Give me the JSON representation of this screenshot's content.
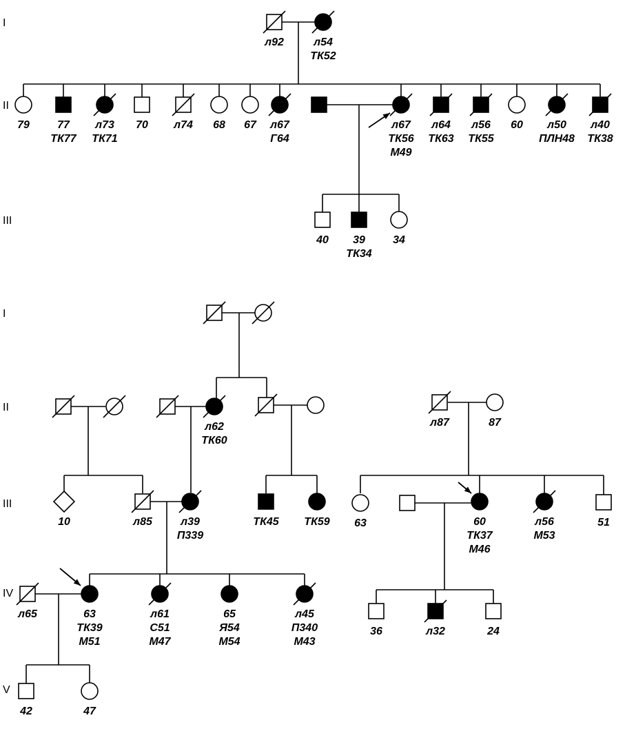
{
  "pedigree_1": {
    "generations": [
      "I",
      "II",
      "III"
    ],
    "individuals": [
      {
        "id": "p1-I-1",
        "sex": "male",
        "affected": false,
        "deceased": true,
        "labels": [
          "л92"
        ]
      },
      {
        "id": "p1-I-2",
        "sex": "female",
        "affected": true,
        "deceased": true,
        "labels": [
          "л54",
          "ТК52"
        ]
      },
      {
        "id": "p1-II-1",
        "sex": "female",
        "affected": false,
        "deceased": false,
        "labels": [
          "79"
        ]
      },
      {
        "id": "p1-II-2",
        "sex": "male",
        "affected": true,
        "deceased": false,
        "labels": [
          "77",
          "ТК77"
        ]
      },
      {
        "id": "p1-II-3",
        "sex": "female",
        "affected": true,
        "deceased": true,
        "labels": [
          "л73",
          "ТК71"
        ]
      },
      {
        "id": "p1-II-4",
        "sex": "male",
        "affected": false,
        "deceased": false,
        "labels": [
          "70"
        ]
      },
      {
        "id": "p1-II-5",
        "sex": "male",
        "affected": false,
        "deceased": true,
        "labels": [
          "л74"
        ]
      },
      {
        "id": "p1-II-6",
        "sex": "female",
        "affected": false,
        "deceased": false,
        "labels": [
          "68"
        ]
      },
      {
        "id": "p1-II-7",
        "sex": "female",
        "affected": false,
        "deceased": false,
        "labels": [
          "67"
        ]
      },
      {
        "id": "p1-II-8",
        "sex": "female",
        "affected": true,
        "deceased": true,
        "labels": [
          "л67",
          "Г64"
        ]
      },
      {
        "id": "p1-II-9",
        "sex": "male",
        "affected": true,
        "deceased": false,
        "labels": []
      },
      {
        "id": "p1-II-10",
        "sex": "female",
        "affected": true,
        "deceased": true,
        "proband": true,
        "labels": [
          "л67",
          "ТК56",
          "М49"
        ]
      },
      {
        "id": "p1-II-11",
        "sex": "male",
        "affected": true,
        "deceased": true,
        "labels": [
          "л64",
          "ТК63"
        ]
      },
      {
        "id": "p1-II-12",
        "sex": "male",
        "affected": true,
        "deceased": true,
        "labels": [
          "л56",
          "ТК55"
        ]
      },
      {
        "id": "p1-II-13",
        "sex": "female",
        "affected": false,
        "deceased": false,
        "labels": [
          "60"
        ]
      },
      {
        "id": "p1-II-14",
        "sex": "female",
        "affected": true,
        "deceased": true,
        "labels": [
          "л50",
          "ПЛН48"
        ]
      },
      {
        "id": "p1-II-15",
        "sex": "male",
        "affected": true,
        "deceased": true,
        "labels": [
          "л40",
          "ТК38"
        ]
      },
      {
        "id": "p1-III-1",
        "sex": "male",
        "affected": false,
        "deceased": false,
        "labels": [
          "40"
        ]
      },
      {
        "id": "p1-III-2",
        "sex": "male",
        "affected": true,
        "deceased": false,
        "labels": [
          "39",
          "ТК34"
        ]
      },
      {
        "id": "p1-III-3",
        "sex": "female",
        "affected": false,
        "deceased": false,
        "labels": [
          "34"
        ]
      }
    ]
  },
  "pedigree_2": {
    "generations": [
      "I",
      "II",
      "III",
      "IV",
      "V"
    ],
    "individuals": [
      {
        "id": "p2-I-1",
        "sex": "male",
        "affected": false,
        "deceased": true,
        "labels": []
      },
      {
        "id": "p2-I-2",
        "sex": "female",
        "affected": false,
        "deceased": true,
        "labels": []
      },
      {
        "id": "p2-II-1",
        "sex": "male",
        "affected": false,
        "deceased": true,
        "labels": []
      },
      {
        "id": "p2-II-2",
        "sex": "female",
        "affected": false,
        "deceased": true,
        "labels": []
      },
      {
        "id": "p2-II-3",
        "sex": "male",
        "affected": false,
        "deceased": true,
        "labels": []
      },
      {
        "id": "p2-II-4",
        "sex": "female",
        "affected": true,
        "deceased": true,
        "labels": [
          "л62",
          "ТК60"
        ]
      },
      {
        "id": "p2-II-5",
        "sex": "male",
        "affected": false,
        "deceased": true,
        "labels": []
      },
      {
        "id": "p2-II-6",
        "sex": "female",
        "affected": false,
        "deceased": false,
        "labels": []
      },
      {
        "id": "p2-II-7",
        "sex": "male",
        "affected": false,
        "deceased": true,
        "labels": [
          "л87"
        ]
      },
      {
        "id": "p2-II-8",
        "sex": "female",
        "affected": false,
        "deceased": false,
        "labels": [
          "87"
        ]
      },
      {
        "id": "p2-III-1",
        "sex": "unknown",
        "affected": false,
        "deceased": false,
        "labels": [
          "10"
        ]
      },
      {
        "id": "p2-III-2",
        "sex": "male",
        "affected": false,
        "deceased": true,
        "labels": [
          "л85"
        ]
      },
      {
        "id": "p2-III-3",
        "sex": "female",
        "affected": true,
        "deceased": true,
        "labels": [
          "л39",
          "П339"
        ]
      },
      {
        "id": "p2-III-4",
        "sex": "male",
        "affected": true,
        "deceased": false,
        "labels": [
          "ТК45"
        ]
      },
      {
        "id": "p2-III-5",
        "sex": "female",
        "affected": true,
        "deceased": false,
        "labels": [
          "ТК59"
        ]
      },
      {
        "id": "p2-III-6",
        "sex": "female",
        "affected": false,
        "deceased": false,
        "labels": [
          "63"
        ]
      },
      {
        "id": "p2-III-7",
        "sex": "male",
        "affected": false,
        "deceased": false,
        "labels": []
      },
      {
        "id": "p2-III-8",
        "sex": "female",
        "affected": true,
        "deceased": false,
        "proband": true,
        "labels": [
          "60",
          "ТК37",
          "М46"
        ]
      },
      {
        "id": "p2-III-9",
        "sex": "female",
        "affected": true,
        "deceased": true,
        "labels": [
          "л56",
          "М53"
        ]
      },
      {
        "id": "p2-III-10",
        "sex": "male",
        "affected": false,
        "deceased": false,
        "labels": [
          "51"
        ]
      },
      {
        "id": "p2-IV-1",
        "sex": "male",
        "affected": false,
        "deceased": true,
        "labels": [
          "л65"
        ]
      },
      {
        "id": "p2-IV-2",
        "sex": "female",
        "affected": true,
        "deceased": false,
        "proband": true,
        "labels": [
          "63",
          "ТК39",
          "М51"
        ]
      },
      {
        "id": "p2-IV-3",
        "sex": "female",
        "affected": true,
        "deceased": true,
        "labels": [
          "л61",
          "С51",
          "М47"
        ]
      },
      {
        "id": "p2-IV-4",
        "sex": "female",
        "affected": true,
        "deceased": false,
        "labels": [
          "65",
          "Я54",
          "М54"
        ]
      },
      {
        "id": "p2-IV-5",
        "sex": "female",
        "affected": true,
        "deceased": true,
        "labels": [
          "л45",
          "П340",
          "М43"
        ]
      },
      {
        "id": "p2-IV-6",
        "sex": "male",
        "affected": false,
        "deceased": false,
        "labels": [
          "36"
        ]
      },
      {
        "id": "p2-IV-7",
        "sex": "male",
        "affected": true,
        "deceased": true,
        "labels": [
          "л32"
        ]
      },
      {
        "id": "p2-IV-8",
        "sex": "male",
        "affected": false,
        "deceased": false,
        "labels": [
          "24"
        ]
      },
      {
        "id": "p2-V-1",
        "sex": "male",
        "affected": false,
        "deceased": false,
        "labels": [
          "42"
        ]
      },
      {
        "id": "p2-V-2",
        "sex": "female",
        "affected": false,
        "deceased": false,
        "labels": [
          "47"
        ]
      }
    ]
  }
}
